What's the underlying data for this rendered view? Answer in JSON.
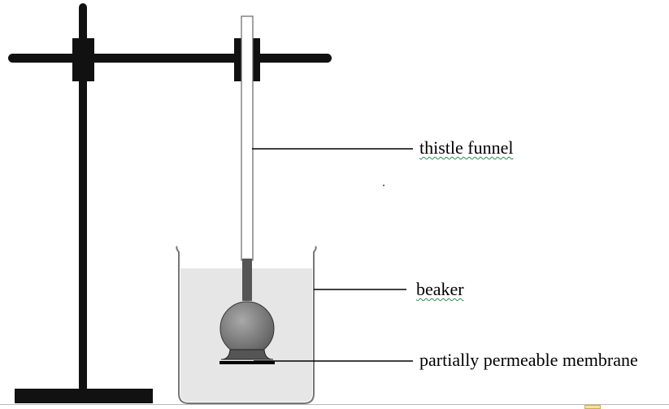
{
  "labels": {
    "thistle_funnel": "thistle funnel",
    "beaker": "beaker",
    "membrane": "partially permeable membrane"
  },
  "colors": {
    "stand": "#111111",
    "water": "#e6e6e6",
    "bulb": "#7d7d7d",
    "spellcheck_underline": "#2e8b57"
  }
}
